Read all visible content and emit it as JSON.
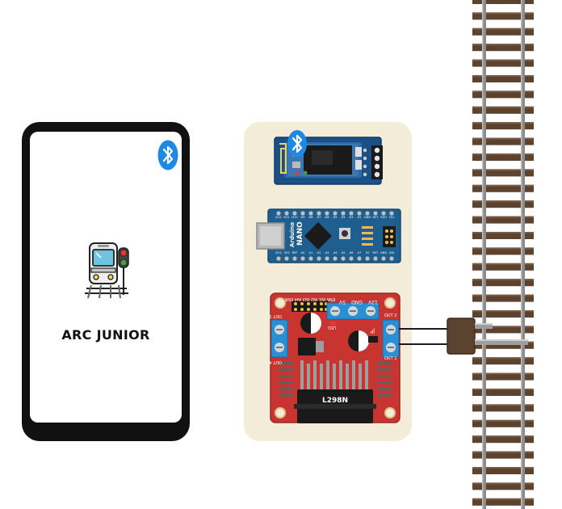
{
  "app": {
    "title": "ARC JUNIOR",
    "icons": [
      "bluetooth-icon",
      "train-signal-icon"
    ]
  },
  "bluetooth_module": {
    "icon": "bluetooth-icon"
  },
  "arduino_nano": {
    "brand": "Arduino",
    "model": "NANO",
    "top_pins": [
      "D12",
      "D11",
      "D10",
      "D9",
      "D8",
      "D7",
      "D6",
      "D5",
      "D4",
      "D3",
      "D2",
      "GND",
      "RST",
      "RX0",
      "TX1"
    ],
    "bottom_pins": [
      "D13",
      "3V3",
      "REF",
      "A0",
      "A1",
      "A2",
      "A3",
      "A4",
      "A5",
      "A6",
      "A7",
      "5V",
      "RST",
      "GND",
      "VIN"
    ]
  },
  "driver": {
    "chip_label": "L298N",
    "header_label": "ENA IN1 IN2 IN3 IN4 ENB",
    "power_labels": [
      "5V",
      "GND",
      "12V"
    ],
    "out_labels": [
      "OUT 3",
      "OUT 4",
      "OUT 2",
      "OUT 1"
    ],
    "jp_label": "JP",
    "led_label": "LED"
  },
  "colors": {
    "phone": "#111111",
    "bluetooth": "#1e88e5",
    "panel": "#f3ecd9",
    "arduino": "#1f5f8f",
    "driver": "#c8342f",
    "rail": "#8b8b8b",
    "sleeper": "#5b4330"
  }
}
